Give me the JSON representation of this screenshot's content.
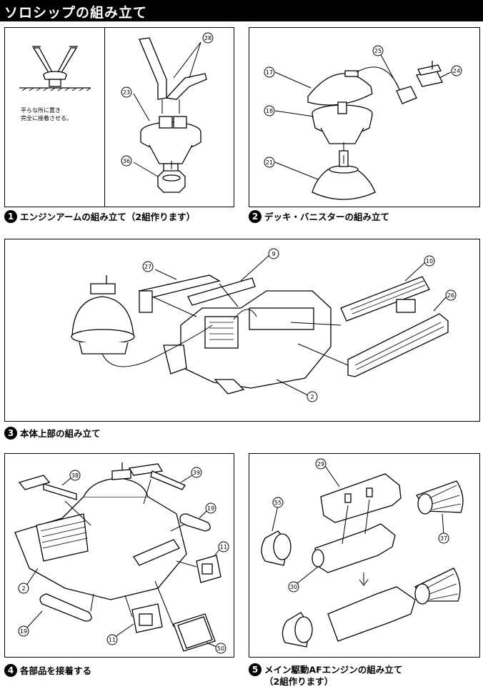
{
  "title": "ソロシップの組み立て",
  "panel1": {
    "note_line1": "平らな所に置き",
    "note_line2": "完全に接着させる。",
    "parts": [
      "28",
      "23",
      "36"
    ]
  },
  "steps": [
    {
      "num": "1",
      "label": "エンジンアームの組み立て（2組作ります）"
    },
    {
      "num": "2",
      "label": "デッキ・バニスターの組み立て"
    },
    {
      "num": "3",
      "label": "本体上部の組み立て"
    },
    {
      "num": "4",
      "label": "各部品を接着する"
    },
    {
      "num": "5",
      "label": "メイン駆動AFエンジンの組み立て",
      "sub": "（2組作ります）"
    }
  ],
  "panel2": {
    "parts": [
      "17",
      "25",
      "24",
      "18",
      "21"
    ]
  },
  "panel3": {
    "parts": [
      "27",
      "9",
      "10",
      "26",
      "2"
    ]
  },
  "panel4": {
    "parts": [
      "38",
      "39",
      "19",
      "11",
      "2",
      "19",
      "11",
      "50"
    ]
  },
  "panel5": {
    "parts": [
      "29",
      "55",
      "37",
      "30"
    ]
  }
}
